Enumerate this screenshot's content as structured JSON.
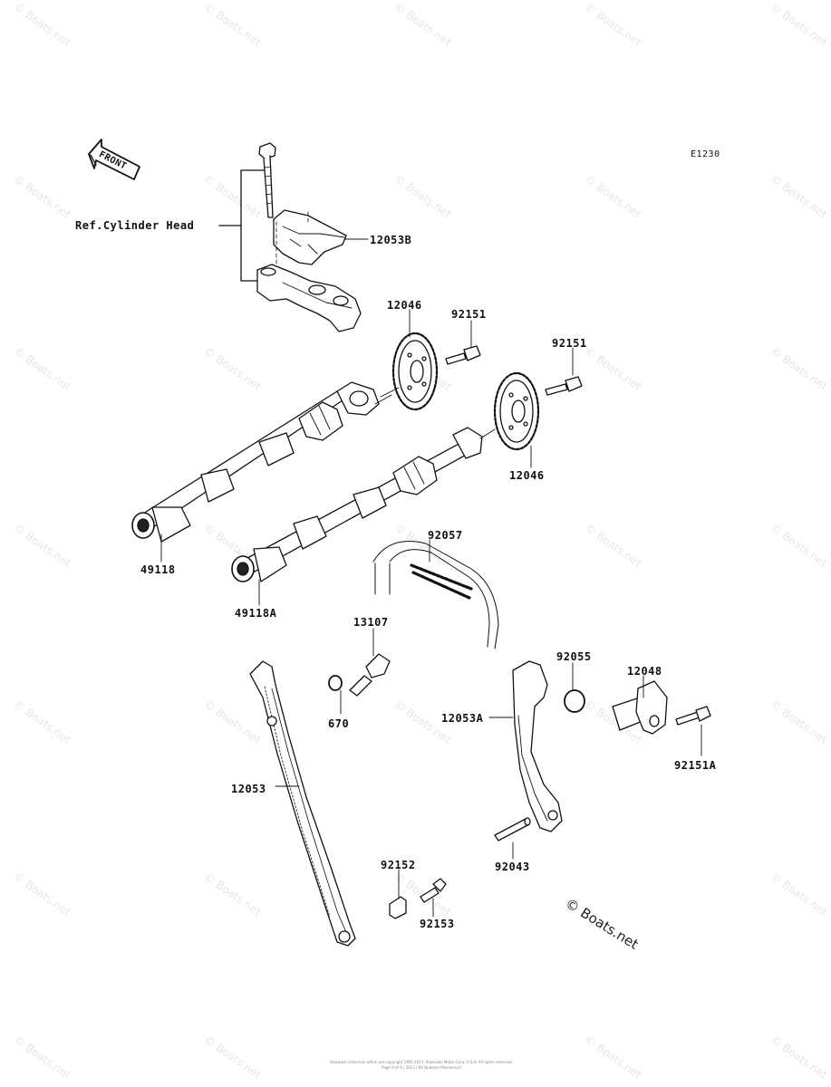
{
  "diagram_code": "E1230",
  "front_label": "FRONT",
  "ref_label": "Ref.Cylinder Head",
  "watermark": "© Boats.net",
  "brand_mark": "© Boats.net",
  "footer": {
    "line1": "Kawasaki materials within are copyright 1995-2011, Kawasaki Motor Corp, U.S.A. All rights reserved.",
    "line2": "Page 9 of 9 | 2013 | K6 Nubeam Mechanical"
  },
  "parts": {
    "p12053B": "12053B",
    "p12046_top": "12046",
    "p92151_top": "92151",
    "p92151_right": "92151",
    "p12046_right": "12046",
    "p49118": "49118",
    "p49118A": "49118A",
    "p92057": "92057",
    "p13107": "13107",
    "p670": "670",
    "p92055": "92055",
    "p12048": "12048",
    "p12053A": "12053A",
    "p92151A": "92151A",
    "p12053": "12053",
    "p92043": "92043",
    "p92152": "92152",
    "p92153": "92153"
  }
}
